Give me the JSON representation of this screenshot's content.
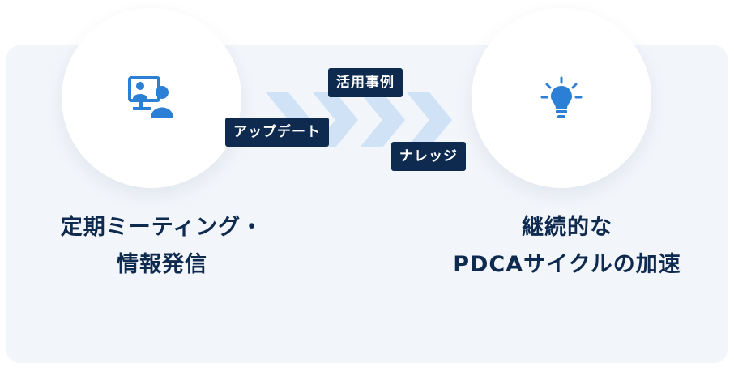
{
  "tags": {
    "katsuyo": "活用事例",
    "update": "アップデート",
    "knowledge": "ナレッジ"
  },
  "captions": {
    "left_line1": "定期ミーティング・",
    "left_line2": "情報発信",
    "right_line1": "継続的な",
    "right_line2": "PDCAサイクルの加速"
  },
  "icons": {
    "left": "video-meeting-icon",
    "right": "lightbulb-icon"
  },
  "colors": {
    "navy": "#0f2a4f",
    "icon_blue": "#2b7fd4",
    "arrow": "#cfe2f6",
    "panel": "#f2f5fa"
  }
}
